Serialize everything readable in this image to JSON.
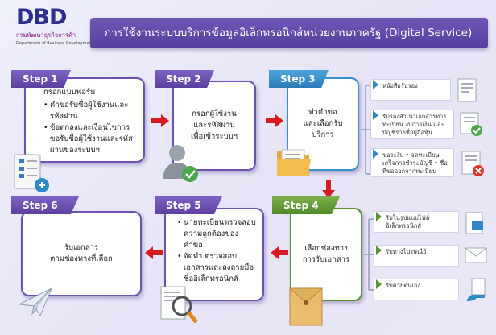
{
  "logo": {
    "mark": "DBD",
    "name_th": "กรมพัฒนาธุรกิจการค้า",
    "name_en": "Department of Business Development"
  },
  "title": "การใช้งานระบบบริการข้อมูลอิเล็กทรอนิกส์หน่วยงานภาครัฐ (Digital Service)",
  "steps": [
    {
      "label": "Step 1",
      "heading": "กรอกแบบฟอร์ม",
      "bullets": [
        "คำขอรับชื่อผู้ใช้งานและรหัสผ่าน",
        "ข้อตกลงและเงื่อนไขการขอรับชื่อผู้ใช้งานและรหัสผ่านของระบบฯ"
      ]
    },
    {
      "label": "Step 2",
      "text": [
        "กรอกผู้ใช้งาน",
        "และรหัสผ่าน",
        "เพื่อเข้าระบบฯ"
      ]
    },
    {
      "label": "Step 3",
      "text": [
        "ทำคำขอ",
        "และเลือกรับ",
        "บริการ"
      ]
    },
    {
      "label": "Step 4",
      "text": [
        "เลือกช่องทาง",
        "การรับเอกสาร"
      ]
    },
    {
      "label": "Step 5",
      "bullets": [
        "นายทะเบียนตรวจสอบความถูกต้องของคำขอ",
        "จัดทำ ตรวจสอบเอกสารและลงลายมือชื่ออิเล็กทรอนิกส์"
      ]
    },
    {
      "label": "Step 6",
      "text": [
        "รับเอกสาร",
        "ตามช่องทางที่เลือก"
      ]
    }
  ],
  "services": [
    {
      "text": "หนังสือรับรอง"
    },
    {
      "text": "รับรองสำเนาเอกสารทางทะเบียน งบการเงิน และบัญชีรายชื่อผู้ถือหุ้น"
    },
    {
      "text": "ขอระงับ • จดทะเบียนเสร็จการชำระบัญชี • ชื่อที่ขอออกจากทะเบียน"
    }
  ],
  "channels": [
    {
      "text": "รับในรูปแบบไฟล์อิเล็กทรอนิกส์"
    },
    {
      "text": "รับทางไปรษณีย์"
    },
    {
      "text": "รับด้วยตนเอง"
    }
  ],
  "icons": {
    "form": "document-form-icon",
    "user": "user-check-icon",
    "folder": "folder-icon",
    "envelope": "envelope-icon",
    "magnifier": "magnifier-document-icon",
    "plane": "paper-plane-icon",
    "accept": "check-icon",
    "reject": "reject-icon"
  },
  "colors": {
    "purple": "#5c3f9e",
    "blue": "#2b7bb8",
    "green": "#4f8a28",
    "arrow_red": "#d71920"
  }
}
